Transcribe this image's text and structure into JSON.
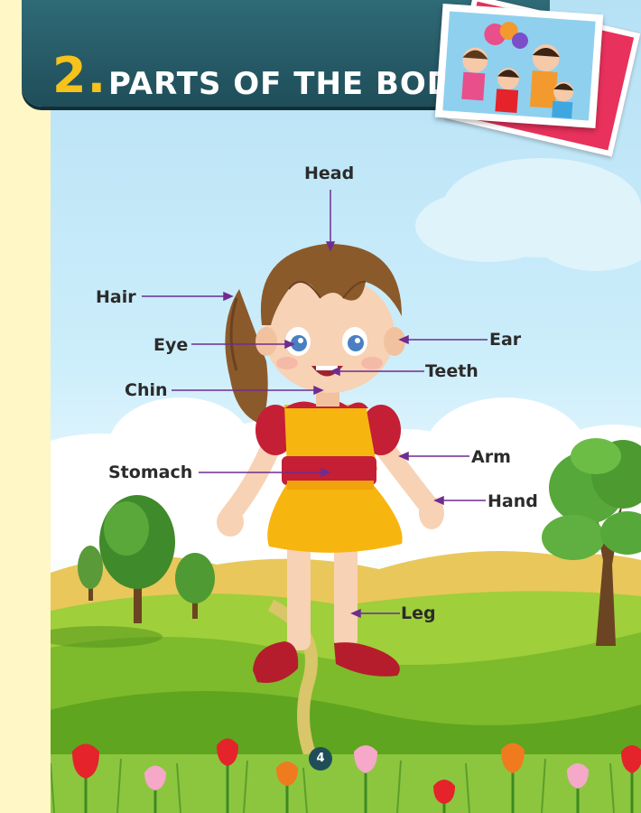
{
  "header": {
    "number": "2.",
    "title": "PARTS OF THE BODY"
  },
  "labels": {
    "head": "Head",
    "hair": "Hair",
    "eye": "Eye",
    "ear": "Ear",
    "teeth": "Teeth",
    "chin": "Chin",
    "arm": "Arm",
    "stomach": "Stomach",
    "hand": "Hand",
    "leg": "Leg"
  },
  "footer": {
    "page_number": "4"
  },
  "colors": {
    "banner": "#1f4e59",
    "number": "#f6c21b",
    "pointer": "#6f2d8f",
    "dress": "#f7b50f",
    "bodice": "#c41f34"
  }
}
